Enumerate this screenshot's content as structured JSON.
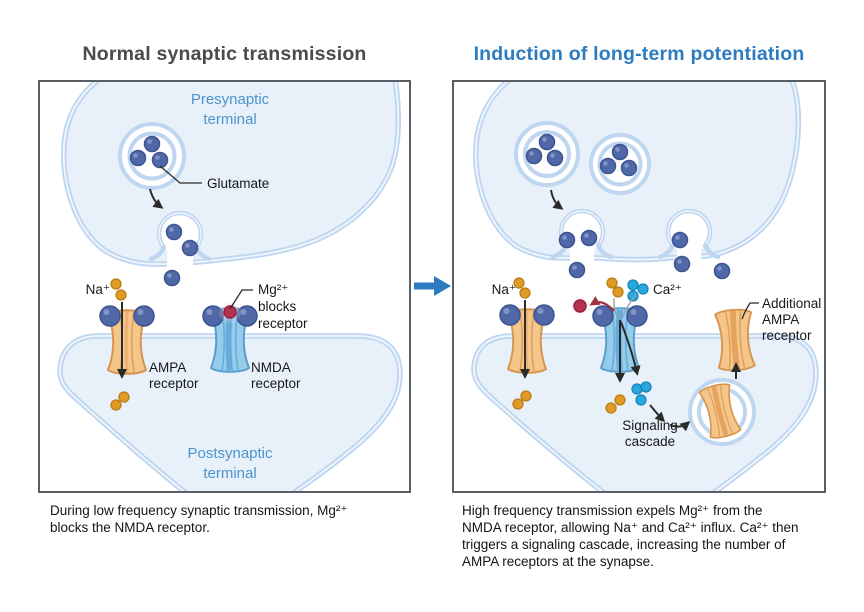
{
  "left_panel": {
    "title": "Normal synaptic transmission",
    "labels": {
      "presynaptic_line1": "Presynaptic",
      "presynaptic_line2": "terminal",
      "glutamate": "Glutamate",
      "na": "Na⁺",
      "mg_line1": "Mg²⁺",
      "mg_line2": "blocks",
      "mg_line3": "receptor",
      "ampa_line1": "AMPA",
      "ampa_line2": "receptor",
      "nmda_line1": "NMDA",
      "nmda_line2": "receptor",
      "postsynaptic_line1": "Postsynaptic",
      "postsynaptic_line2": "terminal"
    },
    "caption_line1": "During low frequency synaptic transmission, Mg²⁺",
    "caption_line2": "blocks the NMDA receptor."
  },
  "right_panel": {
    "title": "Induction of long-term potentiation",
    "labels": {
      "na": "Na⁺",
      "ca": "Ca²⁺",
      "additional_line1": "Additional",
      "additional_line2": "AMPA",
      "additional_line3": "receptor",
      "signaling_line1": "Signaling",
      "signaling_line2": "cascade"
    },
    "caption_line1": "High frequency transmission expels Mg²⁺ from the",
    "caption_line2": "NMDA receptor, allowing Na⁺ and Ca²⁺ influx. Ca²⁺ then",
    "caption_line3": "triggers a signaling cascade, increasing the number of",
    "caption_line4": "AMPA receptors at the synapse."
  },
  "colors": {
    "title_left": "#4a4a4a",
    "title_right": "#2d7cc1",
    "terminal_label": "#4d94cd",
    "panel_border": "#5a5f66",
    "membrane": "#bed6f0",
    "membrane_inner": "#f2f7fd",
    "cell_fill": "#e8f0fa",
    "glutamate_fill": "#5068a8",
    "glutamate_stroke": "#3d5490",
    "na_fill": "#e09a25",
    "na_stroke": "#b97d15",
    "ca_fill": "#2aa7dc",
    "ca_stroke": "#1286bd",
    "mg_fill": "#b7304e",
    "mg_stroke": "#8e2040",
    "ampa_fill": "#f5c689",
    "ampa_stripe": "#e09a57",
    "ampa_stroke": "#d6954f",
    "nmda_fill": "#94cdea",
    "nmda_stripe": "#5ea4d8",
    "nmda_stroke": "#5b9ecd",
    "arrow_black": "#2b2b2b",
    "arrow_red": "#a03243",
    "transition_arrow": "#2d7cc1"
  }
}
